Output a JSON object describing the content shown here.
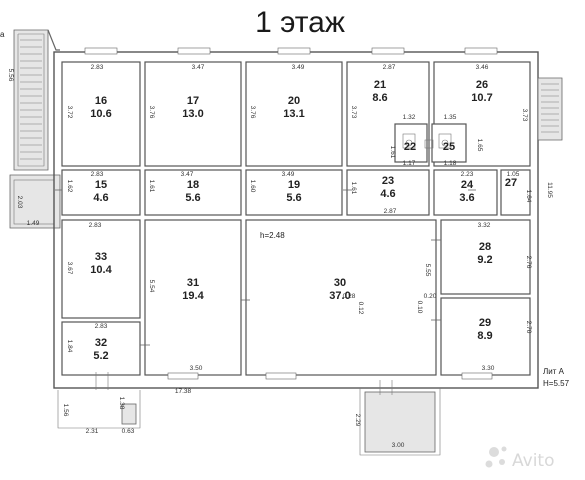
{
  "title": "1 этаж",
  "rooms": [
    {
      "id": "16",
      "num": "16",
      "area": "10.6"
    },
    {
      "id": "17",
      "num": "17",
      "area": "13.0"
    },
    {
      "id": "20",
      "num": "20",
      "area": "13.1"
    },
    {
      "id": "21",
      "num": "21",
      "area": "8.6"
    },
    {
      "id": "26",
      "num": "26",
      "area": "10.7"
    },
    {
      "id": "22",
      "num": "22",
      "area": ""
    },
    {
      "id": "25",
      "num": "25",
      "area": ""
    },
    {
      "id": "15",
      "num": "15",
      "area": "4.6"
    },
    {
      "id": "18",
      "num": "18",
      "area": "5.6"
    },
    {
      "id": "19",
      "num": "19",
      "area": "5.6"
    },
    {
      "id": "23",
      "num": "23",
      "area": "4.6"
    },
    {
      "id": "24",
      "num": "24",
      "area": "3.6"
    },
    {
      "id": "27",
      "num": "27",
      "area": ""
    },
    {
      "id": "33",
      "num": "33",
      "area": "10.4"
    },
    {
      "id": "31",
      "num": "31",
      "area": "19.4"
    },
    {
      "id": "30",
      "num": "30",
      "area": "37.0"
    },
    {
      "id": "28",
      "num": "28",
      "area": "9.2"
    },
    {
      "id": "32",
      "num": "32",
      "area": "5.2"
    },
    {
      "id": "29",
      "num": "29",
      "area": "8.9"
    }
  ],
  "dims": {
    "d1": "2.83",
    "d2": "3.47",
    "d3": "3.49",
    "d4": "2.87",
    "d5": "3.46",
    "d6": "3.72",
    "d7": "3.76",
    "d8": "3.76",
    "d9": "3.73",
    "d10": "3.73",
    "d11": "1.32",
    "d12": "1.35",
    "d13": "1.61",
    "d14": "1.65",
    "d15": "1.17",
    "d16": "1.18",
    "d17": "2.83",
    "d18": "3.47",
    "d19": "3.49",
    "d20": "2.23",
    "d21": "1.05",
    "d22": "1.62",
    "d23": "1.61",
    "d24": "1.60",
    "d25": "1.61",
    "d26": "1.64",
    "d27": "2.87",
    "d28": "3.32",
    "d29": "2.83",
    "d30": "3.67",
    "d31": "5.54",
    "d32": "5.55",
    "d33": "2.76",
    "d34": "0.28",
    "d35": "0.12",
    "d36": "0.10",
    "d37": "0.20",
    "d38": "2.83",
    "d39": "1.84",
    "d40": "3.50",
    "d41": "3.30",
    "d42": "2.70",
    "d43": "17.38",
    "d44": "5.56",
    "d45": "2.03",
    "d46": "1.49",
    "d47": "1.56",
    "d48": "1.38",
    "d49": "2.31",
    "d50": "0.63",
    "d51": "2.29",
    "d52": "3.00",
    "d53": "11.95"
  },
  "notes": {
    "height": "h=2.48",
    "lit": "Лит А",
    "lit_height": "H=5.57",
    "corner": "а"
  },
  "watermark": "Avito"
}
